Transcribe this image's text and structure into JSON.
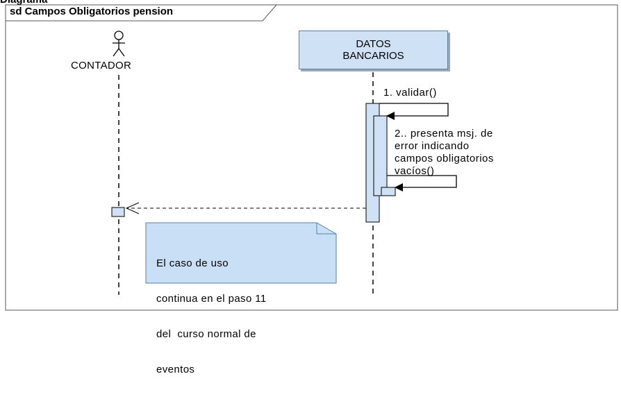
{
  "caption": "Diagrama",
  "frame": {
    "title": "sd Campos Obligatorios pension"
  },
  "actor": {
    "name": "CONTADOR"
  },
  "lifeline": {
    "name_line1": "DATOS",
    "name_line2": "BANCARIOS"
  },
  "messages": [
    {
      "label": "1. validar()"
    },
    {
      "label_lines": [
        "2.. presenta msj. de",
        "error indicando",
        "campos obligatorios",
        "vacíos()"
      ]
    }
  ],
  "note": {
    "lines": [
      "El caso de uso",
      "continua en el paso 11",
      "del  curso normal de",
      "eventos"
    ]
  },
  "colors": {
    "box_fill": "#cfe2f5",
    "box_border": "#5a7fa6",
    "note_fill": "#c9dff5",
    "frame_line": "#555555"
  }
}
